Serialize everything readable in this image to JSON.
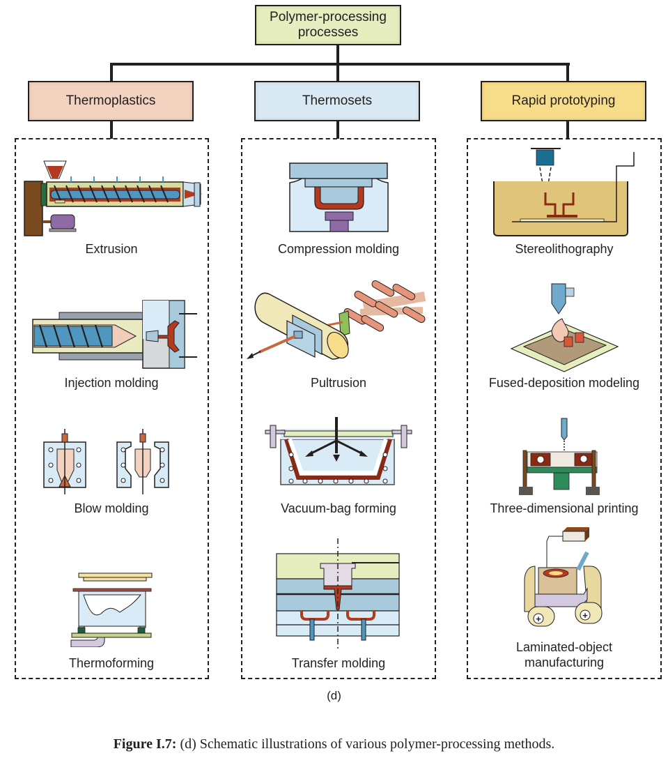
{
  "root": {
    "label": "Polymer-processing processes",
    "line1": "Polymer-processing",
    "line2": "processes"
  },
  "categories": [
    {
      "label": "Thermoplastics",
      "color": "#f3d2c0",
      "processes": [
        {
          "label": "Extrusion",
          "icon": "extruder-icon"
        },
        {
          "label": "Injection molding",
          "icon": "injection-molder-icon"
        },
        {
          "label": "Blow molding",
          "icon": "blow-mold-icon"
        },
        {
          "label": "Thermoforming",
          "icon": "thermoformer-icon"
        }
      ]
    },
    {
      "label": "Thermosets",
      "color": "#d9e9f3",
      "processes": [
        {
          "label": "Compression molding",
          "icon": "compression-mold-icon"
        },
        {
          "label": "Pultrusion",
          "icon": "pultrusion-icon"
        },
        {
          "label": "Vacuum-bag forming",
          "icon": "vacuum-bag-icon"
        },
        {
          "label": "Transfer molding",
          "icon": "transfer-mold-icon"
        }
      ]
    },
    {
      "label": "Rapid prototyping",
      "color": "#f7dc89",
      "processes": [
        {
          "label": "Stereolithography",
          "icon": "stereolithography-icon"
        },
        {
          "label": "Fused-deposition modeling",
          "icon": "fdm-icon"
        },
        {
          "label": "Three-dimensional printing",
          "icon": "3d-printer-icon"
        },
        {
          "label": "Laminated-object manufacturing",
          "line1": "Laminated-object",
          "line2": "manufacturing",
          "icon": "lom-icon"
        }
      ]
    }
  ],
  "sublabel": "(d)",
  "caption": {
    "prefix": "Figure I.7:",
    "text": " (d) Schematic illustrations of various polymer-processing methods."
  }
}
